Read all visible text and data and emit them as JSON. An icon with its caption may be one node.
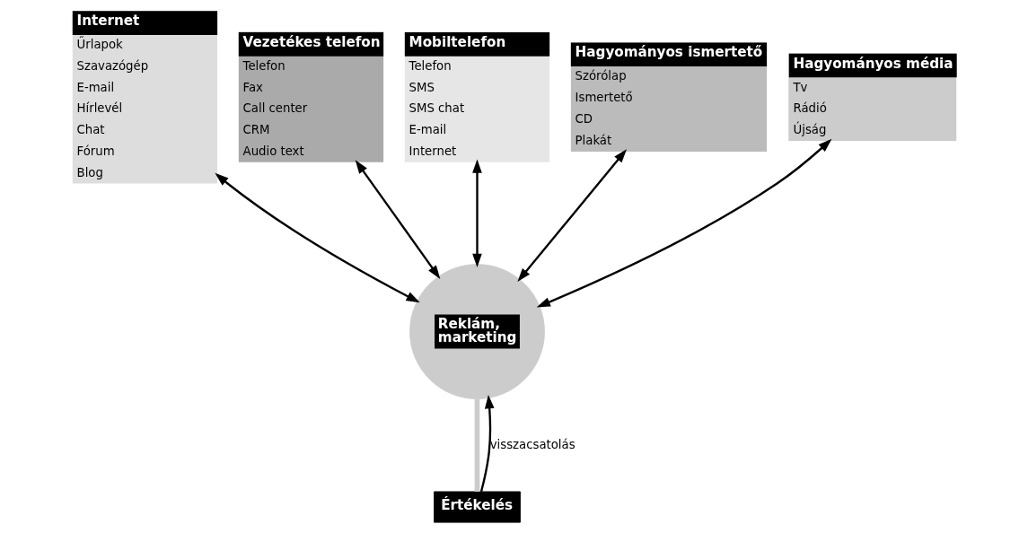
{
  "diagram": {
    "nodes": [
      {
        "text": [
          "Internet",
          "Űrlapok",
          "Szavazógép",
          "E-mail",
          "Hírlevél",
          "Chat",
          "Fórum",
          "Blog"
        ]
      },
      {
        "text": [
          "Vezetékes telefon",
          "Telefon",
          "Fax",
          "Call center",
          "CRM",
          "Audio text"
        ]
      },
      {
        "text": [
          "Mobiltelefon",
          "Telefon",
          "SMS",
          "SMS chat",
          "E-mail",
          "Internet"
        ]
      },
      {
        "text": [
          "Hagyományos ismertető",
          "Szórólap",
          "Ismertető",
          "CD",
          "Plakát"
        ]
      },
      {
        "text": [
          "Hagyományos média",
          "Tv",
          "Rádió",
          "Újság"
        ]
      },
      {
        "text": [
          "Reklám, marketing"
        ]
      },
      {
        "text": [
          "Értékelés"
        ]
      }
    ],
    "edges": [
      {
        "from": 0,
        "to": 5,
        "arrow": "both"
      },
      {
        "from": 1,
        "to": 5,
        "arrow": "both"
      },
      {
        "from": 2,
        "to": 5,
        "arrow": "both"
      },
      {
        "from": 3,
        "to": 5,
        "arrow": "both"
      },
      {
        "from": 4,
        "to": 5,
        "arrow": "both"
      },
      {
        "from": 5,
        "to": 6,
        "arrow": "none",
        "style": "thick",
        "color": "#cccccc"
      },
      {
        "from": 6,
        "to": 5,
        "arrow": "to",
        "label": "visszacsatolás"
      }
    ]
  }
}
